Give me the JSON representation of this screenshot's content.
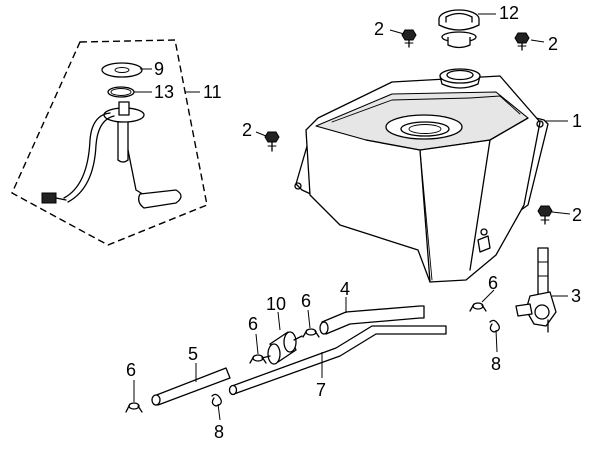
{
  "diagram": {
    "callouts": {
      "c1": "1",
      "c2a": "2",
      "c2b": "2",
      "c2c": "2",
      "c2d": "2",
      "c3": "3",
      "c4": "4",
      "c5": "5",
      "c6a": "6",
      "c6b": "6",
      "c6c": "6",
      "c6d": "6",
      "c7": "7",
      "c8a": "8",
      "c8b": "8",
      "c9": "9",
      "c10": "10",
      "c11": "11",
      "c12": "12",
      "c13": "13"
    }
  }
}
